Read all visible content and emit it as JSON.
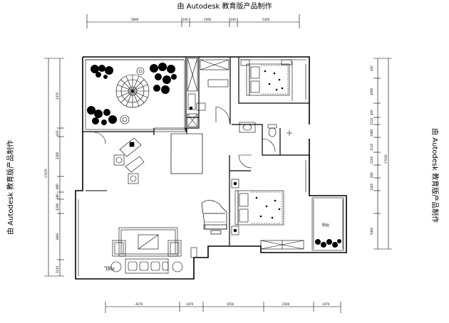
{
  "watermark": "由 Autodesk 教育版产品制作",
  "dims": {
    "top": [
      "5890",
      "240",
      "2560",
      "240",
      "5340"
    ],
    "bottom": [
      "4370",
      "1470",
      "3550",
      "2540",
      "1470"
    ],
    "left": [
      "3470",
      "430",
      "2280",
      "880",
      "380",
      "4290",
      "1840",
      "3140"
    ],
    "left_total": "17470",
    "right": [
      "430",
      "4090",
      "400",
      "1120",
      "3380",
      "1120",
      "2160",
      "690",
      "1440",
      "5460"
    ],
    "right_total": "17030"
  },
  "labels": {
    "balcony": "阳台",
    "corner_note": "1800"
  }
}
